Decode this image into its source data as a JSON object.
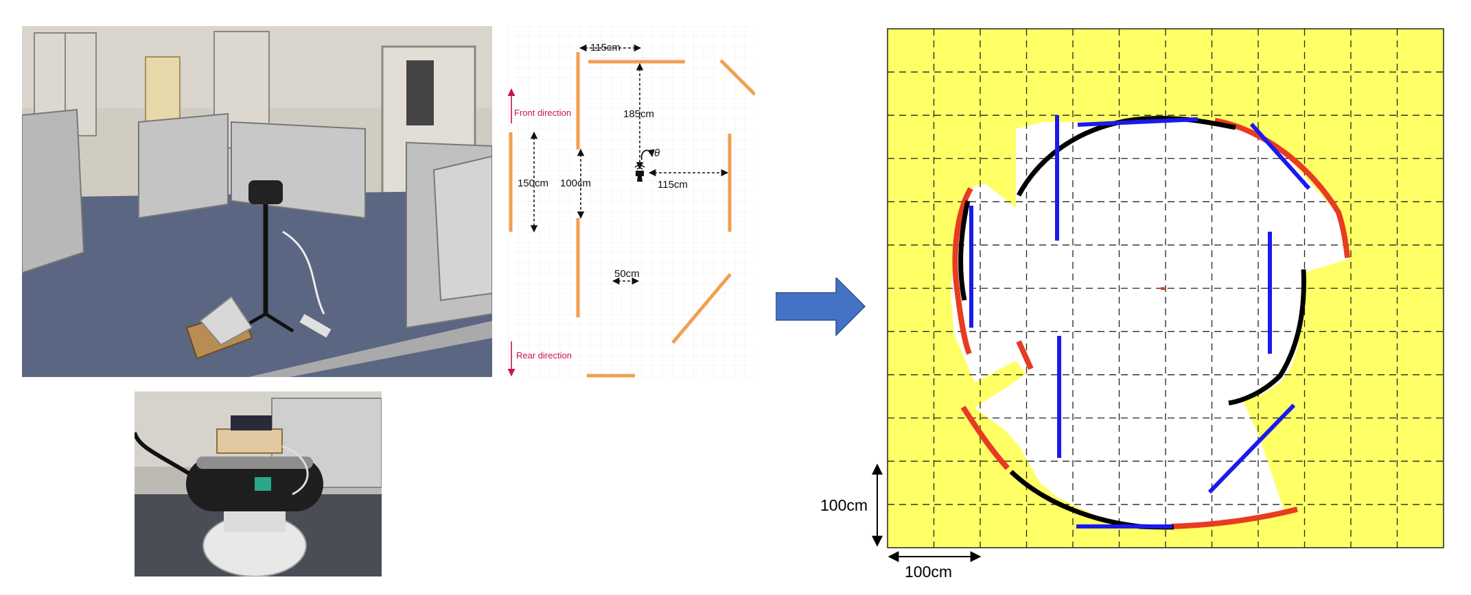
{
  "floor_plan": {
    "labels": {
      "front_direction": "Front direction",
      "rear_direction": "Rear direction",
      "theta": "θ"
    },
    "dimensions": {
      "top_wall_length": "115cm",
      "speaker_to_front_wall": "185cm",
      "speaker_to_right_wall": "115cm",
      "outer_left_wall_length": "150cm",
      "inner_left_wall_length": "100cm",
      "grid_spacing": "50cm"
    },
    "colors": {
      "wall": "#f0a050",
      "direction": "#c8145a"
    }
  },
  "arrow": {
    "color": "#4472c4",
    "icon": "right-arrow-icon"
  },
  "map": {
    "colors": {
      "background": "#ffff66",
      "free_space": "#ffffff",
      "grid": "#222222",
      "detected_wall": "#1a1aee",
      "measured_boundary": "#000000",
      "estimated_boundary": "#e83b22"
    },
    "scale_x": "100cm",
    "scale_y": "100cm"
  }
}
